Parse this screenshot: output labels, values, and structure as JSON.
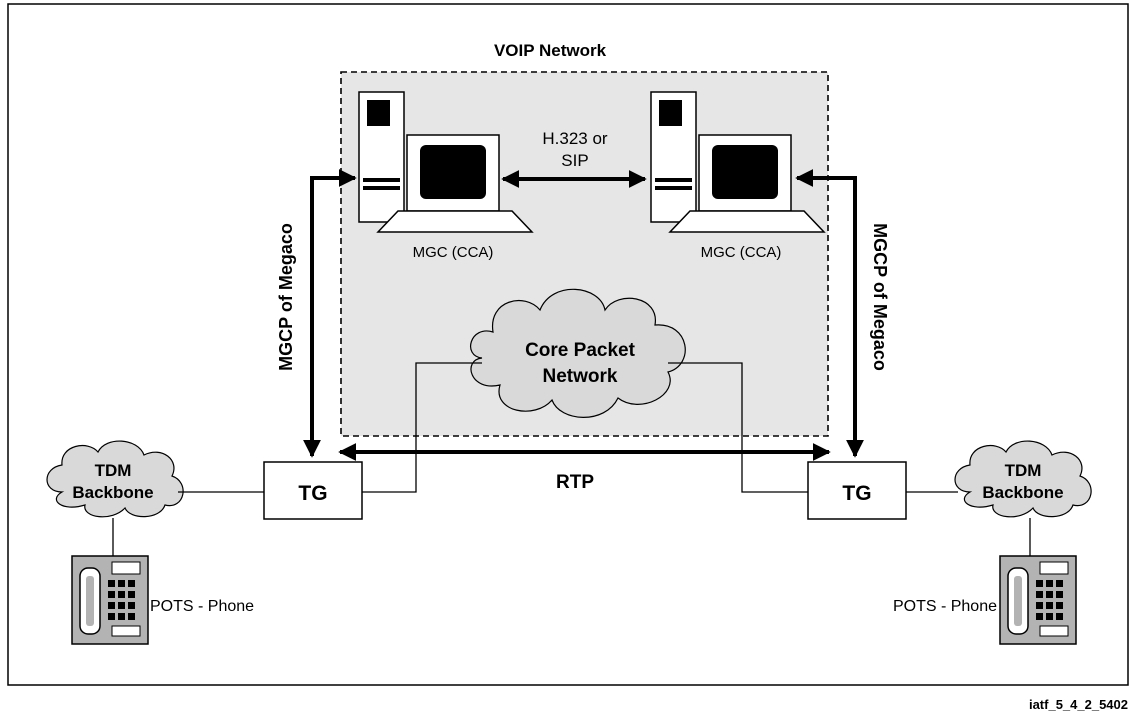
{
  "title": "VOIP Network",
  "protocol_label": [
    "H.323 or",
    "SIP"
  ],
  "control_protocol_label": "MGCP of Megaco",
  "media_protocol_label": "RTP",
  "core_network_label": [
    "Core Packet",
    "Network"
  ],
  "media_gateway_controller_label": "MGC (CCA)",
  "trunk_gateway_label": "TG",
  "tdm_backbone_label": [
    "TDM",
    "Backbone"
  ],
  "phone_label": "POTS - Phone",
  "figure_id": "iatf_5_4_2_5402",
  "colors": {
    "voip_region_fill": "#e6e6e6",
    "cloud_fill": "#d9d9d9",
    "phone_fill": "#b3b3b3",
    "line": "#000000"
  },
  "icons": {
    "server": "tower-server-icon",
    "monitor": "crt-monitor-icon",
    "phone": "desk-phone-icon",
    "cloud": "cloud-icon"
  }
}
